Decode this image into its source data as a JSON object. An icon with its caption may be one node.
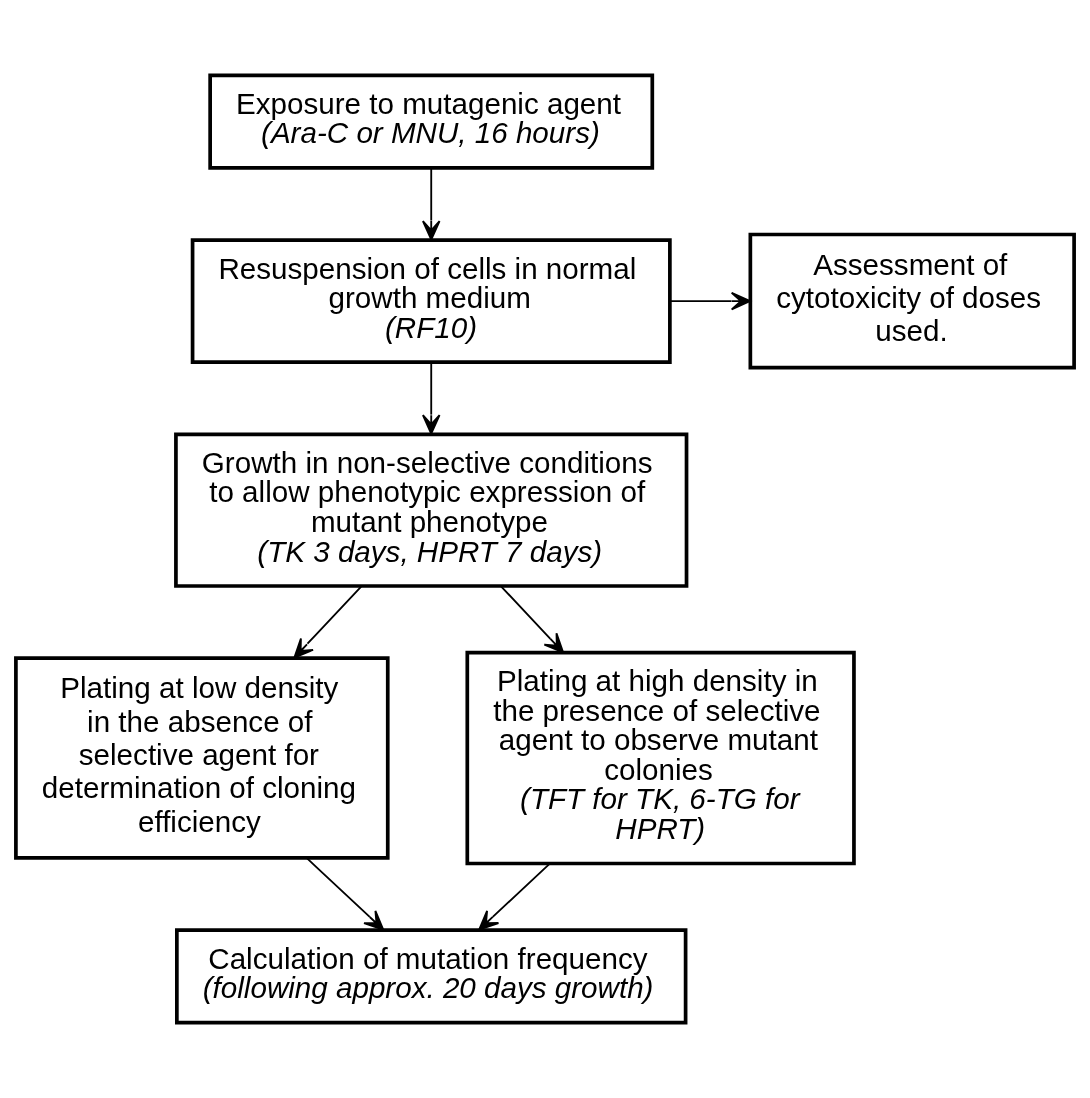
{
  "diagram": {
    "nodes": [
      {
        "text": [
          "Exposure to mutagenic agent",
          "(Ara-C or MNU, 16 hours)"
        ]
      },
      {
        "text": [
          "Resuspension of cells in normal growth medium",
          "(RF10)"
        ]
      },
      {
        "text": [
          "Assessment of cytotoxicity of doses used."
        ]
      },
      {
        "text": [
          "Growth in non-selective conditions to allow phenotypic expression of mutant phenotype",
          "(TK 3 days, HPRT 7 days)"
        ]
      },
      {
        "text": [
          "Plating at low density in the absence of selective agent for determination of cloning efficiency"
        ]
      },
      {
        "text": [
          "Plating at high density in the presence of selective agent to observe mutant colonies",
          "(TFT for TK, 6-TG for HPRT)"
        ]
      },
      {
        "text": [
          "Calculation of mutation frequency",
          "(following approx. 20 days growth)"
        ]
      }
    ],
    "edges": [
      {
        "from": 0,
        "to": 1,
        "arrow": "to"
      },
      {
        "from": 1,
        "to": 2,
        "arrow": "to"
      },
      {
        "from": 1,
        "to": 3,
        "arrow": "to"
      },
      {
        "from": 3,
        "to": 4,
        "arrow": "to"
      },
      {
        "from": 3,
        "to": 5,
        "arrow": "to"
      },
      {
        "from": 4,
        "to": 6,
        "arrow": "to"
      },
      {
        "from": 5,
        "to": 6,
        "arrow": "to"
      }
    ]
  }
}
